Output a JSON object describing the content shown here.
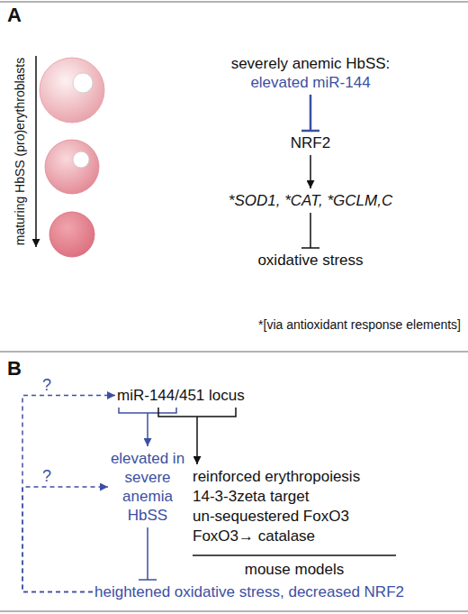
{
  "diagram": {
    "nodes": [
      {
        "text": [
          "severely anemic HbSS:",
          "elevated miR-144"
        ]
      },
      {
        "text": [
          "NRF2"
        ]
      },
      {
        "text": [
          "*SOD1, *CAT, *GCLM,C"
        ]
      },
      {
        "text": [
          "oxidative stress"
        ]
      },
      {
        "text": [
          "miR-144/451 locus"
        ]
      },
      {
        "text": [
          "elevated in severe anemia HbSS"
        ]
      },
      {
        "text": [
          "reinforced erythropoiesis",
          "14-3-3zeta target",
          "un-sequestered FoxO3",
          "FoxO3→ catalase"
        ]
      },
      {
        "text": [
          "heightened oxidative stress, decreased NRF2"
        ]
      }
    ],
    "edges": [
      {
        "from": 0,
        "to": 1,
        "arrow": "to"
      },
      {
        "from": 1,
        "to": 2,
        "arrow": "to"
      },
      {
        "from": 2,
        "to": 3,
        "arrow": "to"
      },
      {
        "from": 4,
        "to": 5,
        "arrow": "to"
      },
      {
        "from": 4,
        "to": 6,
        "arrow": "to"
      },
      {
        "from": 5,
        "to": 7,
        "arrow": "to"
      },
      {
        "from": 7,
        "to": 4,
        "arrow": "to",
        "label": "?"
      },
      {
        "from": 7,
        "to": 5,
        "arrow": "to",
        "label": "?"
      }
    ],
    "labels": [
      "A",
      "maturing HbSS (pro)erythroblasts",
      "*[via antioxidant response elements]",
      "B",
      "mouse models"
    ]
  }
}
